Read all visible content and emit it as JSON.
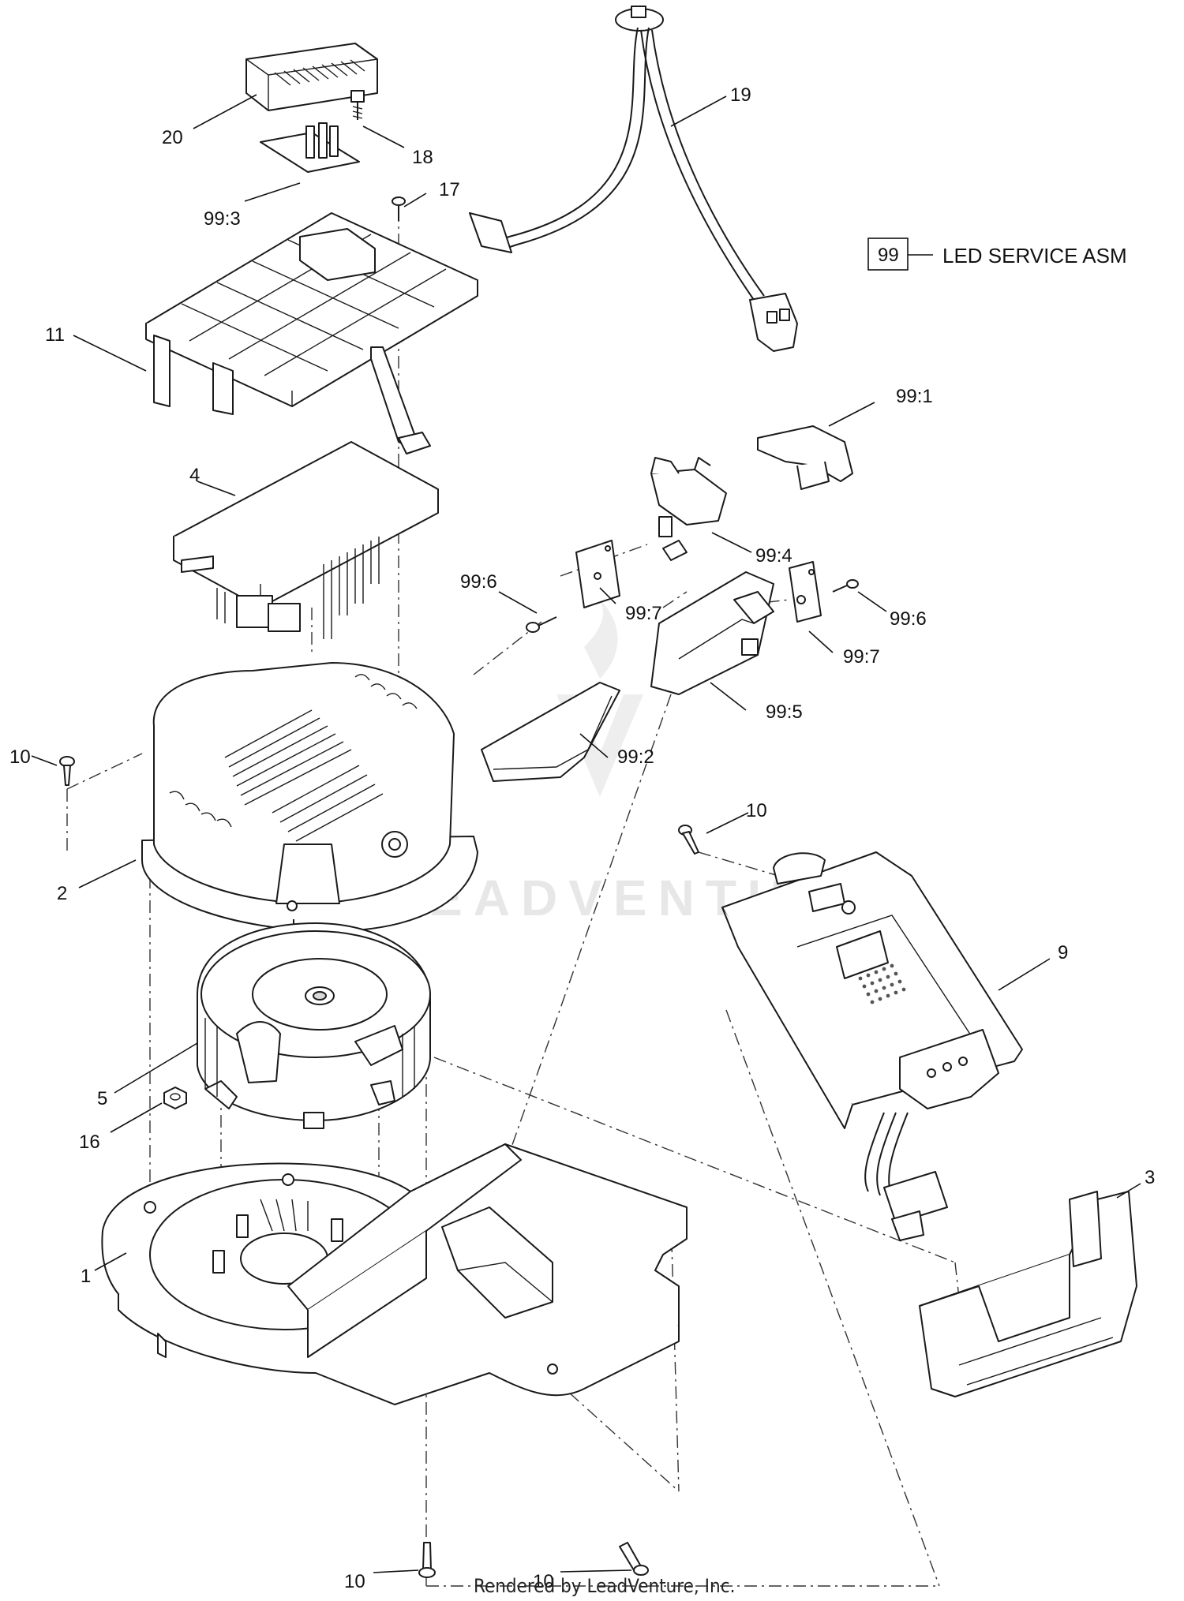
{
  "callouts": [
    {
      "id": "c20",
      "text": "20"
    },
    {
      "id": "c18",
      "text": "18"
    },
    {
      "id": "c19",
      "text": "19"
    },
    {
      "id": "c17",
      "text": "17"
    },
    {
      "id": "c99_3",
      "text": "99:3"
    },
    {
      "id": "c11",
      "text": "11"
    },
    {
      "id": "c99_1",
      "text": "99:1"
    },
    {
      "id": "c4",
      "text": "4"
    },
    {
      "id": "c99_4",
      "text": "99:4"
    },
    {
      "id": "c99_6a",
      "text": "99:6"
    },
    {
      "id": "c99_7a",
      "text": "99:7"
    },
    {
      "id": "c99_6b",
      "text": "99:6"
    },
    {
      "id": "c99_7b",
      "text": "99:7"
    },
    {
      "id": "c99_5",
      "text": "99:5"
    },
    {
      "id": "c99_2",
      "text": "99:2"
    },
    {
      "id": "c10a",
      "text": "10"
    },
    {
      "id": "c10b",
      "text": "10"
    },
    {
      "id": "c2",
      "text": "2"
    },
    {
      "id": "c9",
      "text": "9"
    },
    {
      "id": "c5",
      "text": "5"
    },
    {
      "id": "c16",
      "text": "16"
    },
    {
      "id": "c3",
      "text": "3"
    },
    {
      "id": "c1",
      "text": "1"
    },
    {
      "id": "c10c",
      "text": "10"
    },
    {
      "id": "c10d",
      "text": "10"
    }
  ],
  "legend": {
    "box": "99",
    "text": "LED SERVICE ASM"
  },
  "watermark": "LEADVENTURE",
  "credit": "Rendered by LeadVenture, Inc."
}
